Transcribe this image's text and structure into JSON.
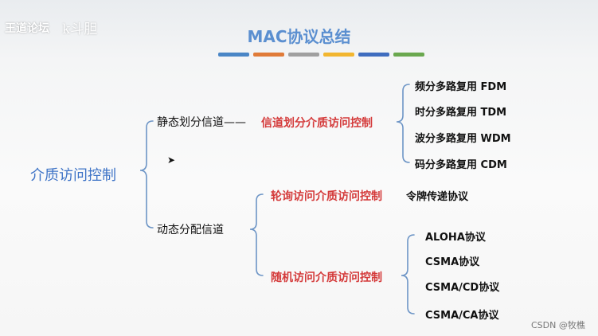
{
  "header": {
    "logo_text": "王道论坛",
    "logo_script": "k斗胆",
    "title": "MAC协议总结",
    "bar_colors": [
      "#4a86c6",
      "#e07b39",
      "#a0a0a0",
      "#f2b630",
      "#3f6dbf",
      "#6aa84f"
    ]
  },
  "tree": {
    "root": "介质访问控制",
    "static_channel": {
      "label": "静态划分信道——",
      "method": "信道划分介质访问控制",
      "items": [
        "频分多路复用 FDM",
        "时分多路复用 TDM",
        "波分多路复用 WDM",
        "码分多路复用 CDM"
      ]
    },
    "dynamic_channel": {
      "label": "动态分配信道",
      "polling": {
        "method": "轮询访问介质访问控制",
        "item": "令牌传递协议"
      },
      "random": {
        "method": "随机访问介质访问控制",
        "items": [
          "ALOHA协议",
          "CSMA协议",
          "CSMA/CD协议",
          "CSMA/CA协议"
        ]
      }
    }
  },
  "footer": {
    "watermark": "CSDN @牧樵"
  }
}
